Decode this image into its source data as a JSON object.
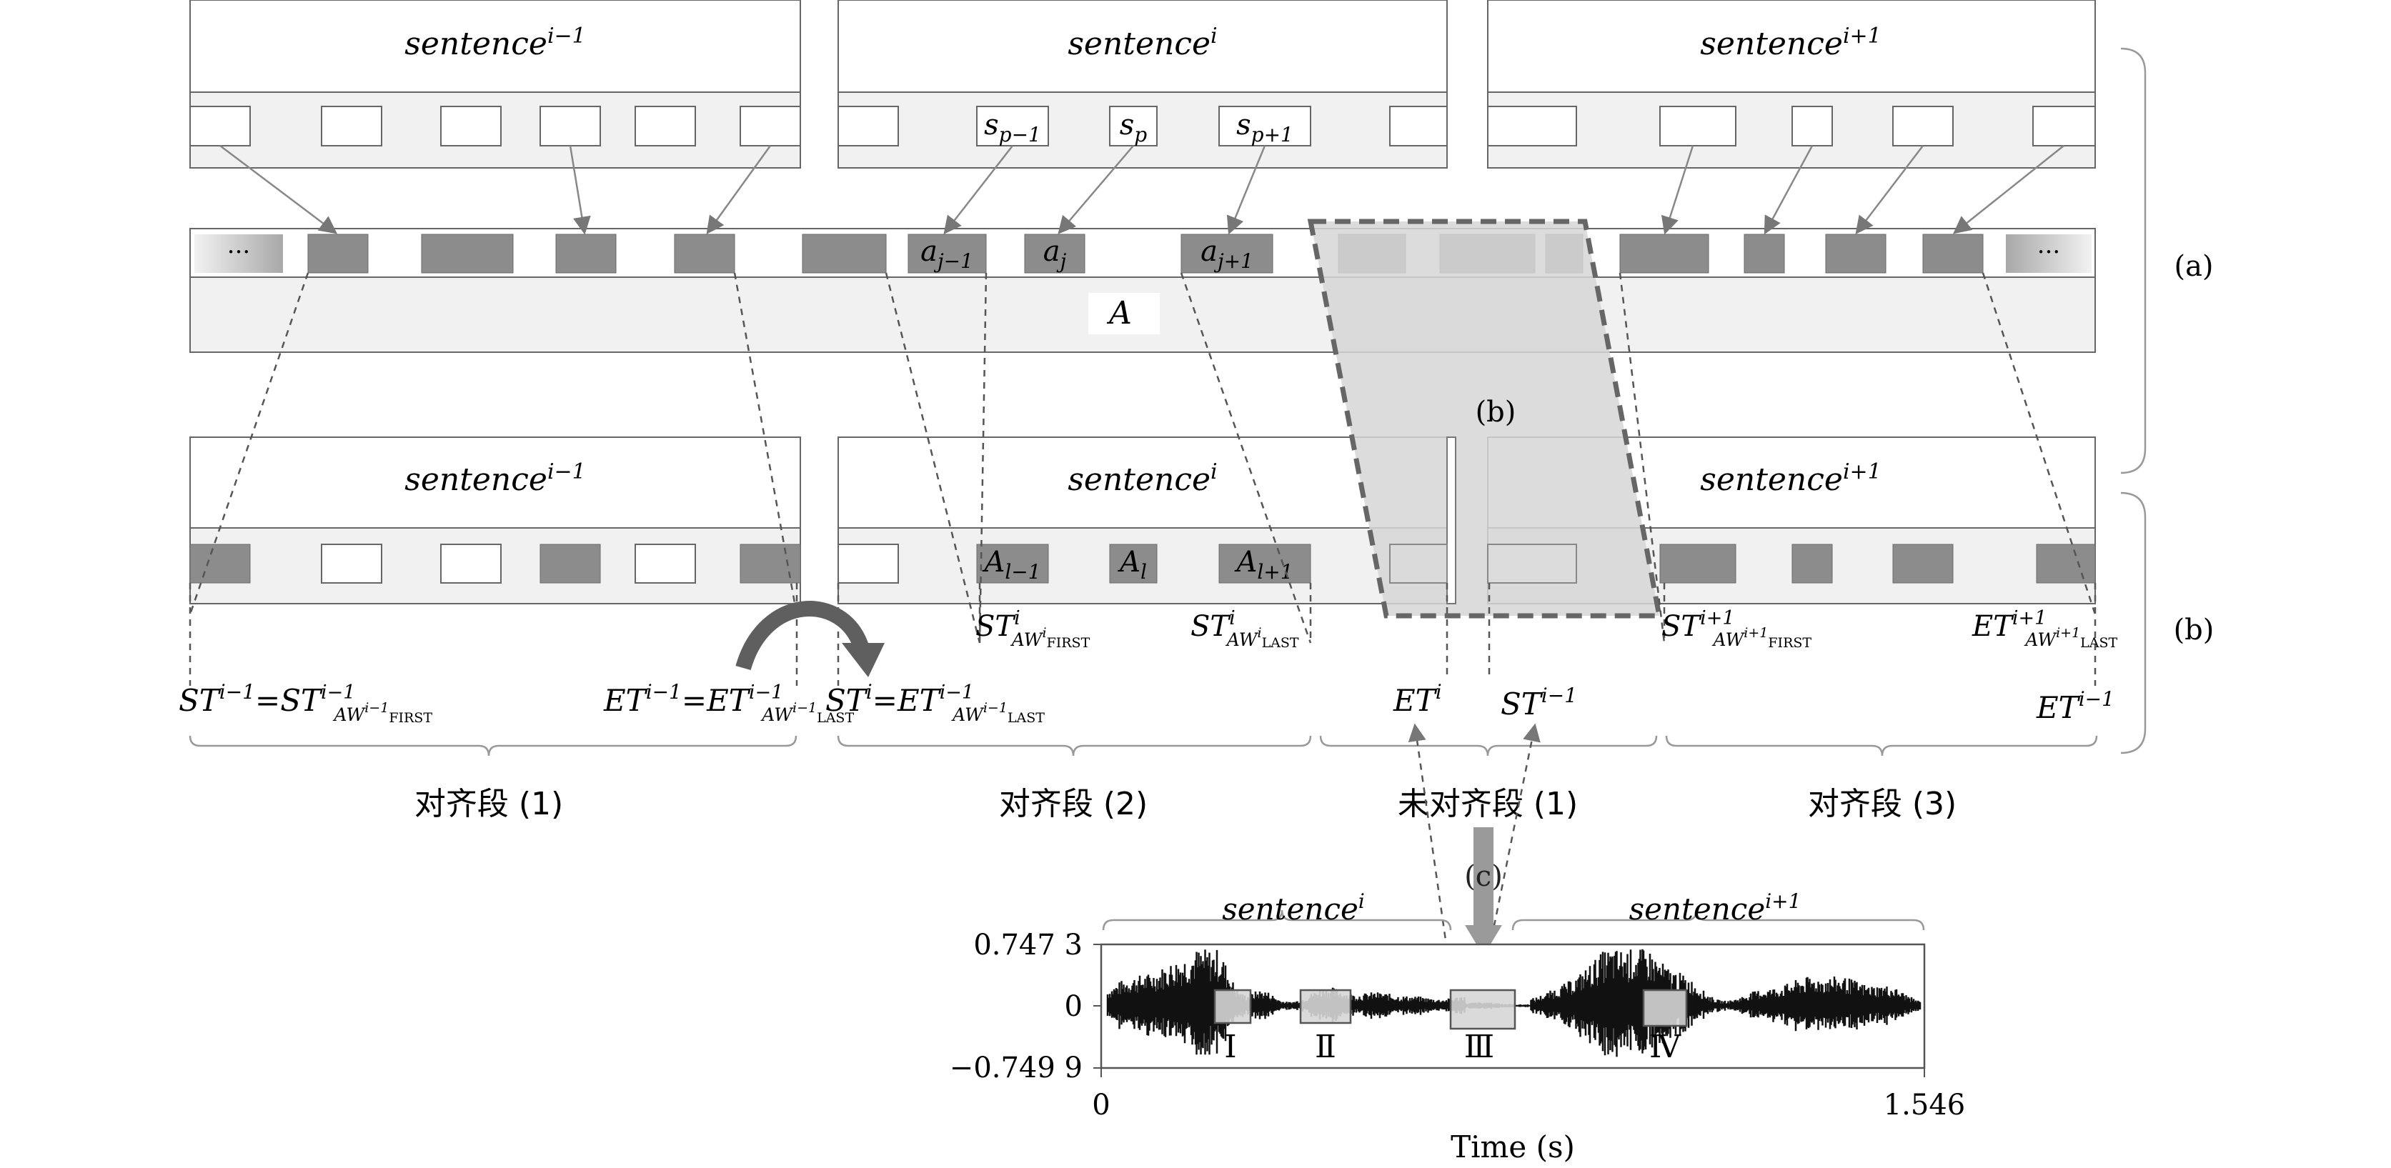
{
  "top_sentences": [
    {
      "base": "sentence",
      "sup": "i−1"
    },
    {
      "base": "sentence",
      "sup": "i"
    },
    {
      "base": "sentence",
      "sup": "i+1"
    }
  ],
  "s_tokens": [
    {
      "base": "s",
      "sub": "p−1"
    },
    {
      "base": "s",
      "sub": "p"
    },
    {
      "base": "s",
      "sub": "p+1"
    }
  ],
  "a_tokens": [
    {
      "base": "a",
      "sub": "j−1"
    },
    {
      "base": "a",
      "sub": "j"
    },
    {
      "base": "a",
      "sub": "j+1"
    }
  ],
  "ellipsis": "···",
  "audio_label": "A",
  "section_labels": {
    "a": "(a)",
    "b": "(b)",
    "b_mid": "(b)",
    "c": "(c)"
  },
  "bottom_sentences": [
    {
      "base": "sentence",
      "sup": "i−1"
    },
    {
      "base": "sentence",
      "sup": "i"
    },
    {
      "base": "sentence",
      "sup": "i+1"
    }
  ],
  "A_tokens": [
    {
      "base": "A",
      "sub": "l−1"
    },
    {
      "base": "A",
      "sub": "l"
    },
    {
      "base": "A",
      "sub": "l+1"
    }
  ],
  "aw_labels": {
    "st_i_first": {
      "base": "ST",
      "sup": "i",
      "sub_base": "AW",
      "sub_sup": "i",
      "sub_sub": "FIRST"
    },
    "st_i_last": {
      "base": "ST",
      "sup": "i",
      "sub_base": "AW",
      "sub_sup": "i",
      "sub_sub": "LAST"
    },
    "st_i1_first": {
      "base": "ST",
      "sup": "i+1",
      "sub_base": "AW",
      "sub_sup": "i+1",
      "sub_sub": "FIRST"
    },
    "et_i1_last": {
      "base": "ET",
      "sup": "i+1",
      "sub_base": "AW",
      "sub_sup": "i+1",
      "sub_sub": "LAST"
    }
  },
  "eq_labels": {
    "left1": {
      "base": "ST",
      "sup": "i−1"
    },
    "right1": {
      "base": "ST",
      "sup": "i−1",
      "sub_base": "AW",
      "sub_sup": "i−1",
      "sub_sub": "FIRST"
    },
    "left2": {
      "base": "ET",
      "sup": "i−1"
    },
    "right2": {
      "base": "ET",
      "sup": "i−1",
      "sub_base": "AW",
      "sub_sup": "i−1",
      "sub_sub": "LAST"
    },
    "left3": {
      "base": "ST",
      "sup": "i"
    },
    "right3": {
      "base": "ET",
      "sup": "i−1",
      "sub_base": "AW",
      "sub_sup": "i−1",
      "sub_sub": "LAST"
    },
    "equals": "="
  },
  "time_labels": {
    "et_i": {
      "base": "ET",
      "sup": "i"
    },
    "st_im1": {
      "base": "ST",
      "sup": "i−1"
    },
    "et_im1": {
      "base": "ET",
      "sup": "i−1"
    }
  },
  "segment_labels": [
    "对齐段 (1)",
    "对齐段 (2)",
    "未对齐段 (1)",
    "对齐段 (3)"
  ],
  "waveform": {
    "sentence_left": {
      "base": "sentence",
      "sup": "i"
    },
    "sentence_right": {
      "base": "sentence",
      "sup": "i+1"
    },
    "y_ticks": [
      "0.747 3",
      "0",
      "−0.749 9"
    ],
    "x_ticks": [
      "0",
      "1.546"
    ],
    "x_label": "Time (s)",
    "regions": [
      "Ⅰ",
      "Ⅱ",
      "Ⅲ",
      "Ⅳ"
    ]
  },
  "colors": {
    "dark_box": "#8c8c8c",
    "panel": "#f1f1f1",
    "shade": "#d6d6d6",
    "line": "#555555",
    "arrow": "#5f5f5f"
  }
}
